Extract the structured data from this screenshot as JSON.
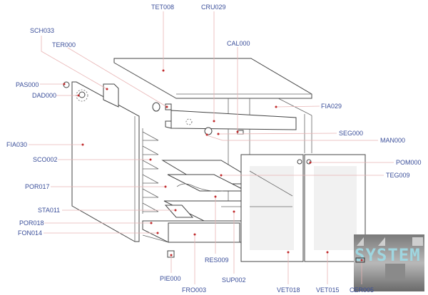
{
  "diagram": {
    "type": "exploded-parts-view",
    "parts": {
      "TET008": "TET008",
      "CRU029": "CRU029",
      "SCH033": "SCH033",
      "TER000": "TER000",
      "CAL000": "CAL000",
      "PAS000": "PAS000",
      "DAD000": "DAD000",
      "FIA029": "FIA029",
      "SEG000": "SEG000",
      "MAN000": "MAN000",
      "FIA030": "FIA030",
      "SCO002": "SCO002",
      "POM000": "POM000",
      "TEG009": "TEG009",
      "POR017": "POR017",
      "STA011": "STA011",
      "POR018": "POR018",
      "FON014": "FON014",
      "RES009": "RES009",
      "SUP002": "SUP002",
      "PIE000": "PIE000",
      "FRO003": "FRO003",
      "VET018": "VET018",
      "VET015": "VET015",
      "CER005": "CER005"
    },
    "logo": "SYSTEM",
    "colors": {
      "label": "#3b4f9a",
      "leader": "#e8b4b4",
      "marker": "#c0282a"
    }
  }
}
